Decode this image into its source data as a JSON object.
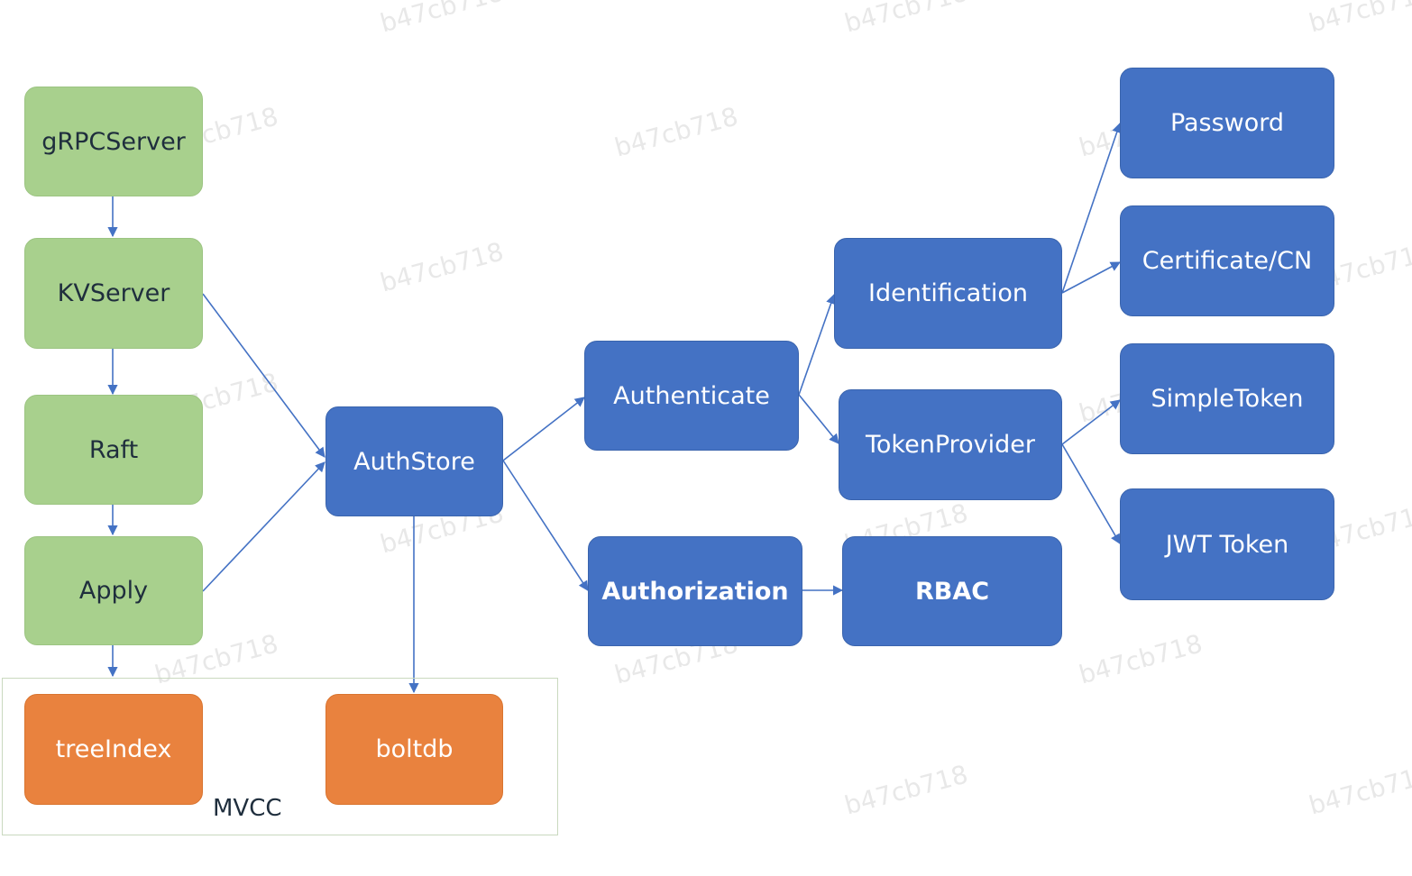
{
  "diagram": {
    "nodes": {
      "grpc_server": "gRPCServer",
      "kv_server": "KVServer",
      "raft": "Raft",
      "apply": "Apply",
      "tree_index": "treeIndex",
      "boltdb": "boltdb",
      "auth_store": "AuthStore",
      "authenticate": "Authenticate",
      "authorization": "Authorization",
      "identification": "Identification",
      "token_provider": "TokenProvider",
      "rbac": "RBAC",
      "password": "Password",
      "certificate_cn": "Certificate/CN",
      "simple_token": "SimpleToken",
      "jwt_token": "JWT Token"
    },
    "groups": {
      "mvcc": "MVCC"
    },
    "watermark": "b47cb718",
    "edges": [
      [
        "grpc_server",
        "kv_server"
      ],
      [
        "kv_server",
        "raft"
      ],
      [
        "raft",
        "apply"
      ],
      [
        "apply",
        "tree_index"
      ],
      [
        "kv_server",
        "auth_store"
      ],
      [
        "apply",
        "auth_store"
      ],
      [
        "auth_store",
        "boltdb"
      ],
      [
        "auth_store",
        "authenticate"
      ],
      [
        "auth_store",
        "authorization"
      ],
      [
        "authenticate",
        "identification"
      ],
      [
        "authenticate",
        "token_provider"
      ],
      [
        "authorization",
        "rbac"
      ],
      [
        "identification",
        "password"
      ],
      [
        "identification",
        "certificate_cn"
      ],
      [
        "token_provider",
        "simple_token"
      ],
      [
        "token_provider",
        "jwt_token"
      ]
    ],
    "colors": {
      "green": "#a8d08d",
      "blue": "#4472c4",
      "orange": "#e9823e",
      "edge": "#4472c4"
    }
  }
}
